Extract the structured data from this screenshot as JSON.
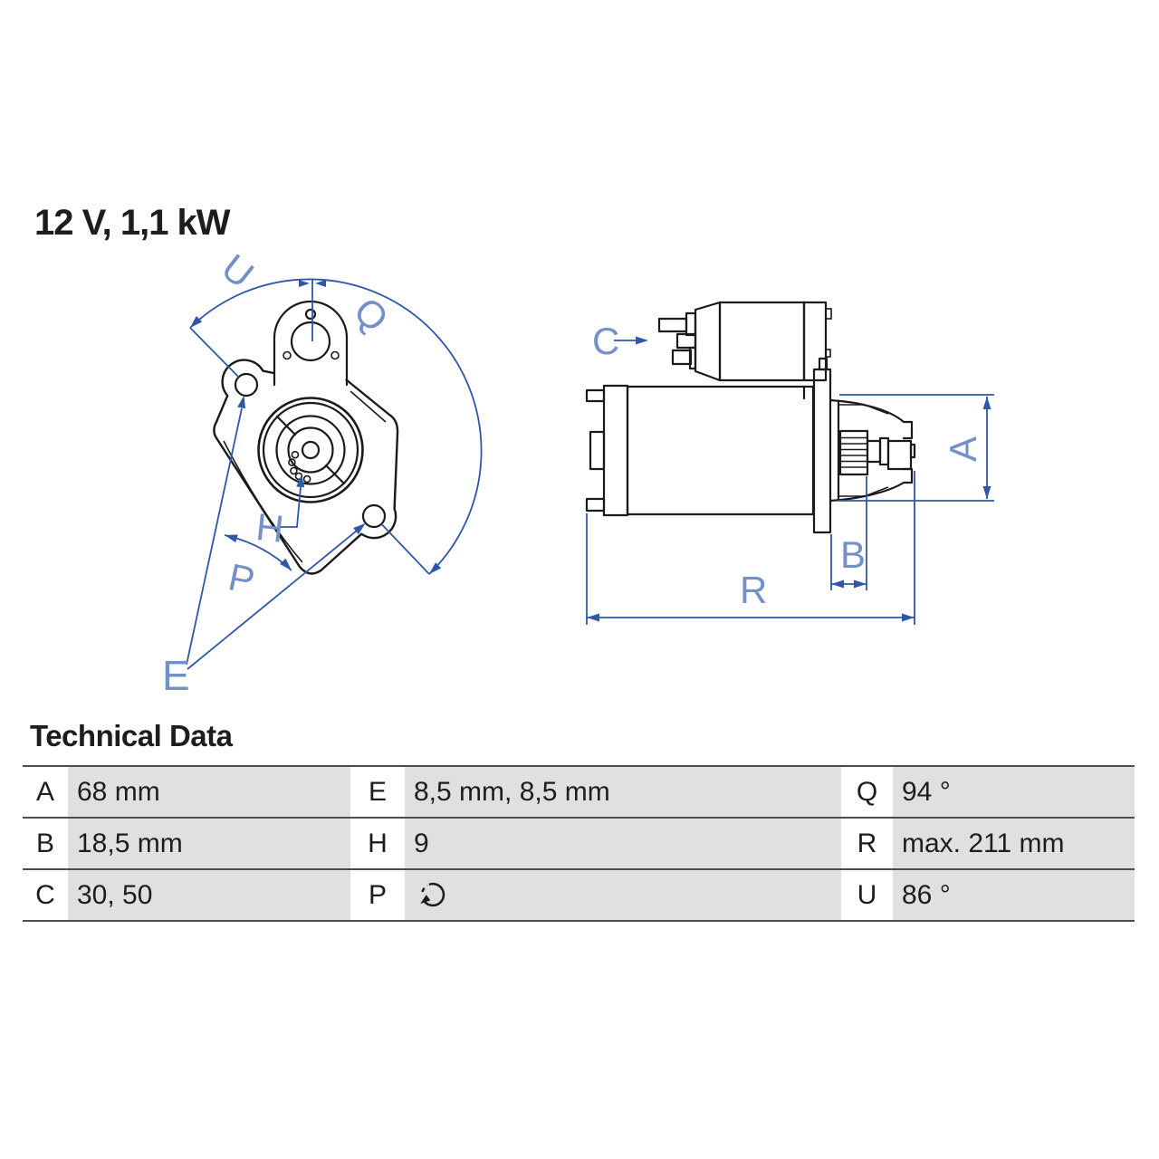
{
  "title": "12 V, 1,1 kW",
  "colors": {
    "dimension_line_blue": "#2f57a8",
    "dimension_label_blue": "#7490c9",
    "drawing_black": "#1a1a1a",
    "table_cell_gray": "#e0e0e0",
    "table_rule_gray": "#4c4c4c",
    "text_dark": "#1d1d1b",
    "background": "#ffffff"
  },
  "diagram_labels": {
    "front": {
      "u": "U",
      "q": "Q",
      "h": "H",
      "p": "P",
      "e": "E"
    },
    "side": {
      "c": "C",
      "a": "A",
      "b": "B",
      "r": "R"
    }
  },
  "icons": {
    "p_value_icon": "rotation-direction-icon"
  },
  "technical_data": {
    "heading": "Technical Data",
    "rows": [
      {
        "l1": "A",
        "v1": "68 mm",
        "l2": "E",
        "v2": "8,5 mm, 8,5 mm",
        "l3": "Q",
        "v3": "94 °"
      },
      {
        "l1": "B",
        "v1": "18,5 mm",
        "l2": "H",
        "v2": "9",
        "l3": "R",
        "v3": "max. 211 mm"
      },
      {
        "l1": "C",
        "v1": "30, 50",
        "l2": "P",
        "v2": "",
        "l3": "U",
        "v3": "86 °"
      }
    ]
  }
}
